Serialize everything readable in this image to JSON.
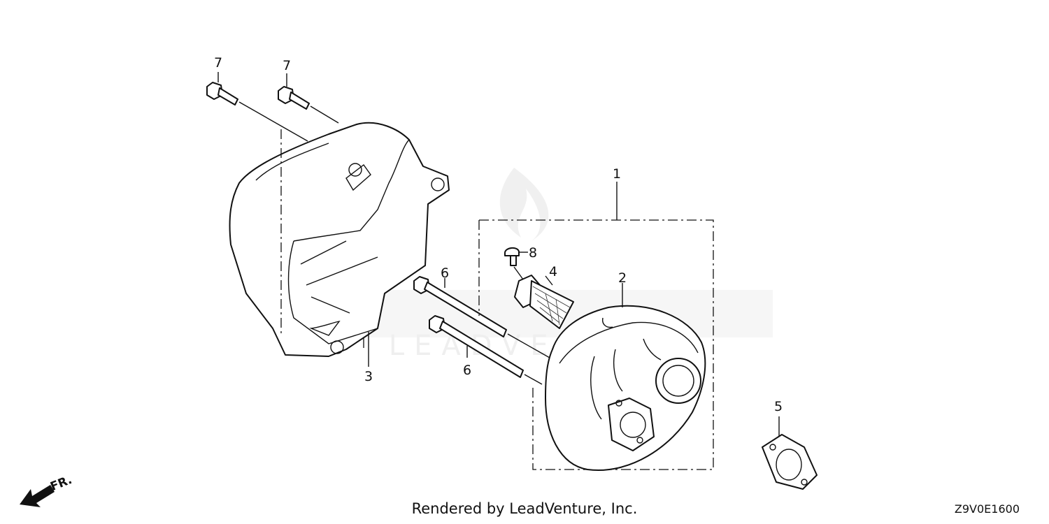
{
  "callouts": {
    "p1": "1",
    "p2": "2",
    "p3": "3",
    "p4": "4",
    "p5": "5",
    "p6a": "6",
    "p6b": "6",
    "p7a": "7",
    "p7b": "7",
    "p8": "8"
  },
  "direction_label": "FR.",
  "watermark": "LEADVENTURE",
  "footer": "Rendered by LeadVenture, Inc.",
  "diagram_code": "Z9V0E1600",
  "colors": {
    "line": "#111111",
    "watermark": "#e4e4e4"
  }
}
